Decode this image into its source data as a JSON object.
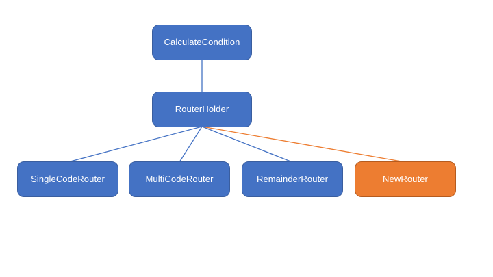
{
  "diagram": {
    "background_color": "#ffffff",
    "colors": {
      "blue": {
        "fill": "#4472C4",
        "border": "#3A5E9F",
        "text": "#ffffff"
      },
      "orange": {
        "fill": "#ED7D31",
        "border": "#B55B1F",
        "text": "#ffffff"
      },
      "blue_connector": "#4472C4",
      "orange_connector": "#ED7D31"
    },
    "nodes": [
      {
        "id": "calculate-condition",
        "label": "CalculateCondition",
        "color": "blue"
      },
      {
        "id": "router-holder",
        "label": "RouterHolder",
        "color": "blue"
      },
      {
        "id": "single-code-router",
        "label": "SingleCodeRouter",
        "color": "blue"
      },
      {
        "id": "multi-code-router",
        "label": "MultiCodeRouter",
        "color": "blue"
      },
      {
        "id": "remainder-router",
        "label": "RemainderRouter",
        "color": "blue"
      },
      {
        "id": "new-router",
        "label": "NewRouter",
        "color": "orange"
      }
    ],
    "edges": [
      {
        "from": "calculate-condition",
        "to": "router-holder",
        "color": "#4472C4"
      },
      {
        "from": "router-holder",
        "to": "single-code-router",
        "color": "#4472C4"
      },
      {
        "from": "router-holder",
        "to": "multi-code-router",
        "color": "#4472C4"
      },
      {
        "from": "router-holder",
        "to": "remainder-router",
        "color": "#4472C4"
      },
      {
        "from": "router-holder",
        "to": "new-router",
        "color": "#ED7D31"
      }
    ]
  }
}
